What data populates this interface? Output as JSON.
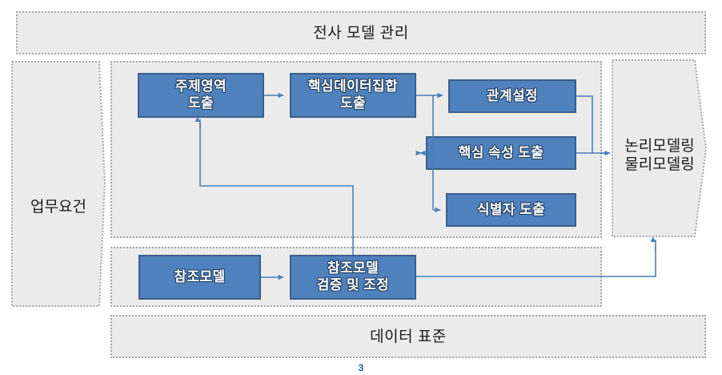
{
  "diagram": {
    "title": "전사 모델 관리",
    "footer_band": "데이터 표준",
    "side_left_label": "업무요건",
    "side_right_label": "논리모델링\n물리모델링",
    "page_number": "3",
    "colors": {
      "box_fill": "#4f81bd",
      "box_border": "#3a5f8a",
      "panel_fill": "#ebebeb",
      "panel_border": "#a6a6a6",
      "connector": "#4a7ebb",
      "text_dark": "#1a1a1a",
      "box_text": "#ffffff"
    },
    "boxes": {
      "subject_area": "주제영역\n도출",
      "core_dataset": "핵심데이터집합\n도출",
      "relationship": "관계설정",
      "core_attribute": "핵심 속성 도출",
      "identifier": "식별자 도출",
      "reference_model": "참조모델",
      "reference_verify": "참조모델\n검증 및 조정"
    },
    "flows": [
      {
        "from": "subject_area",
        "to": "core_dataset"
      },
      {
        "from": "core_dataset",
        "to": "relationship"
      },
      {
        "from": "core_dataset",
        "to": "core_attribute"
      },
      {
        "from": "core_dataset",
        "to": "identifier"
      },
      {
        "from": "relationship",
        "to": "논리모델링 물리모델링"
      },
      {
        "from": "core_attribute",
        "to": "논리모델링 물리모델링"
      },
      {
        "from": "reference_model",
        "to": "reference_verify"
      },
      {
        "from": "reference_verify",
        "to": "subject_area"
      },
      {
        "from": "reference_verify",
        "to": "논리모델링 물리모델링"
      }
    ]
  }
}
